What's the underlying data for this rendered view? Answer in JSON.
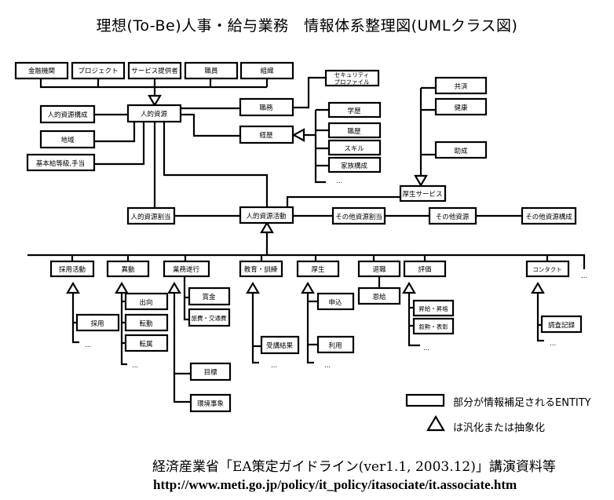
{
  "title": "理想(To-Be)人事・給与業務　情報体系整理図(UMLクラス図)",
  "entities": {
    "kinyu": "金融機関",
    "project": "プロジェクト",
    "service_provider": "サービス提供者",
    "shokuin": "職員",
    "soshiki": "組織",
    "jinteki_kousei": "人的資源構成",
    "jinteki_shigen": "人的資源",
    "chiiki": "地域",
    "kihonkyu": "基本給等級,手当",
    "shokumu": "職務",
    "security_profile_1": "セキュリティ",
    "security_profile_2": "プロファイル",
    "keireki": "経歴",
    "gakureki": "学歴",
    "shokureki": "職歴",
    "skill": "スキル",
    "kazoku": "家族構成",
    "keireki_more": "...",
    "kyosai": "共済",
    "kenko": "健康",
    "josei": "助成",
    "kosei_service": "厚生サービス",
    "jinteki_wariate": "人的資源割当",
    "jinteki_katsudo": "人的資源活動",
    "sonota_wariate": "その他資源割当",
    "sonota_shigen": "その他資源",
    "sonota_kousei": "その他資源構成",
    "saiyo_katsudo": "採用活動",
    "ido": "異動",
    "gyomu_suiko": "業務遂行",
    "kyoiku_kunren": "教育・訓練",
    "kosei": "厚生",
    "taishoku": "退職",
    "hyoka": "評価",
    "contact": "コンタクト",
    "activities_more": "...",
    "saiyo": "採用",
    "saiyo_more": "...",
    "shukko": "出向",
    "tenkin": "転勤",
    "tenzoku": "転属",
    "ido_more": "...",
    "shoyo": "賞金",
    "ryohi": "旅費・交通費",
    "mokuhyo": "目標",
    "kankyo": "環境事象",
    "jukou_kekka": "受講結果",
    "kyoiku_more": "...",
    "moshikomi": "申込",
    "riyo": "利用",
    "kosei_more": "...",
    "onkyu": "恩給",
    "shokyu": "昇給・昇格",
    "kunsho": "叙勲・表彰",
    "hyoka_more": "...",
    "chosa_kiroku": "調査記録",
    "contact_more": "..."
  },
  "legend": {
    "box_label": "部分が情報補足されるENTITY",
    "triangle_label": "は汎化または抽象化"
  },
  "footer": {
    "source": "経済産業省「EA策定ガイドライン(ver1.1, 2003.12)」講演資料等",
    "url": "http://www.meti.go.jp/policy/it_policy/itasociate/it.associate.htm"
  }
}
